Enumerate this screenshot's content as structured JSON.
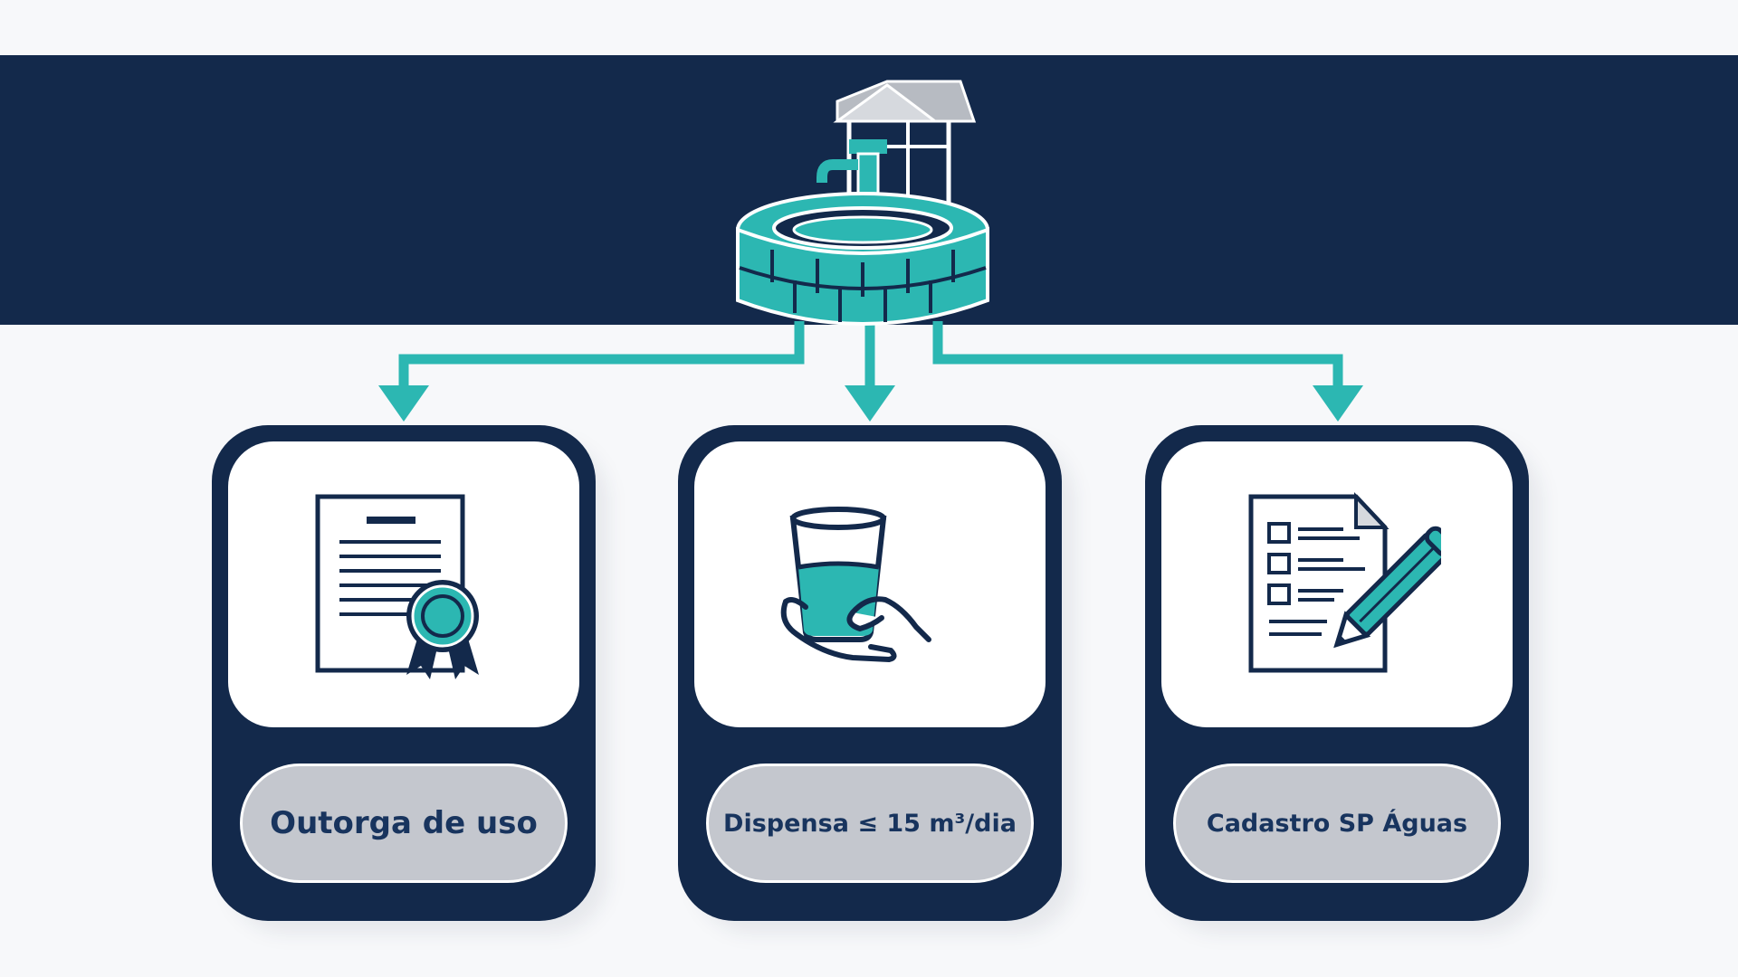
{
  "cards": [
    {
      "label": "Outorga de uso",
      "icon": "certificate-icon"
    },
    {
      "label": "Dispensa ≤ 15 m³/dia",
      "icon": "water-glass-icon"
    },
    {
      "label": "Cadastro SP Águas",
      "icon": "form-pencil-icon"
    }
  ],
  "top_icon": "water-well-icon",
  "colors": {
    "navy": "#13294b",
    "teal": "#2cb7b2",
    "pill": "#c4c7ce",
    "background": "#f7f8fa"
  }
}
